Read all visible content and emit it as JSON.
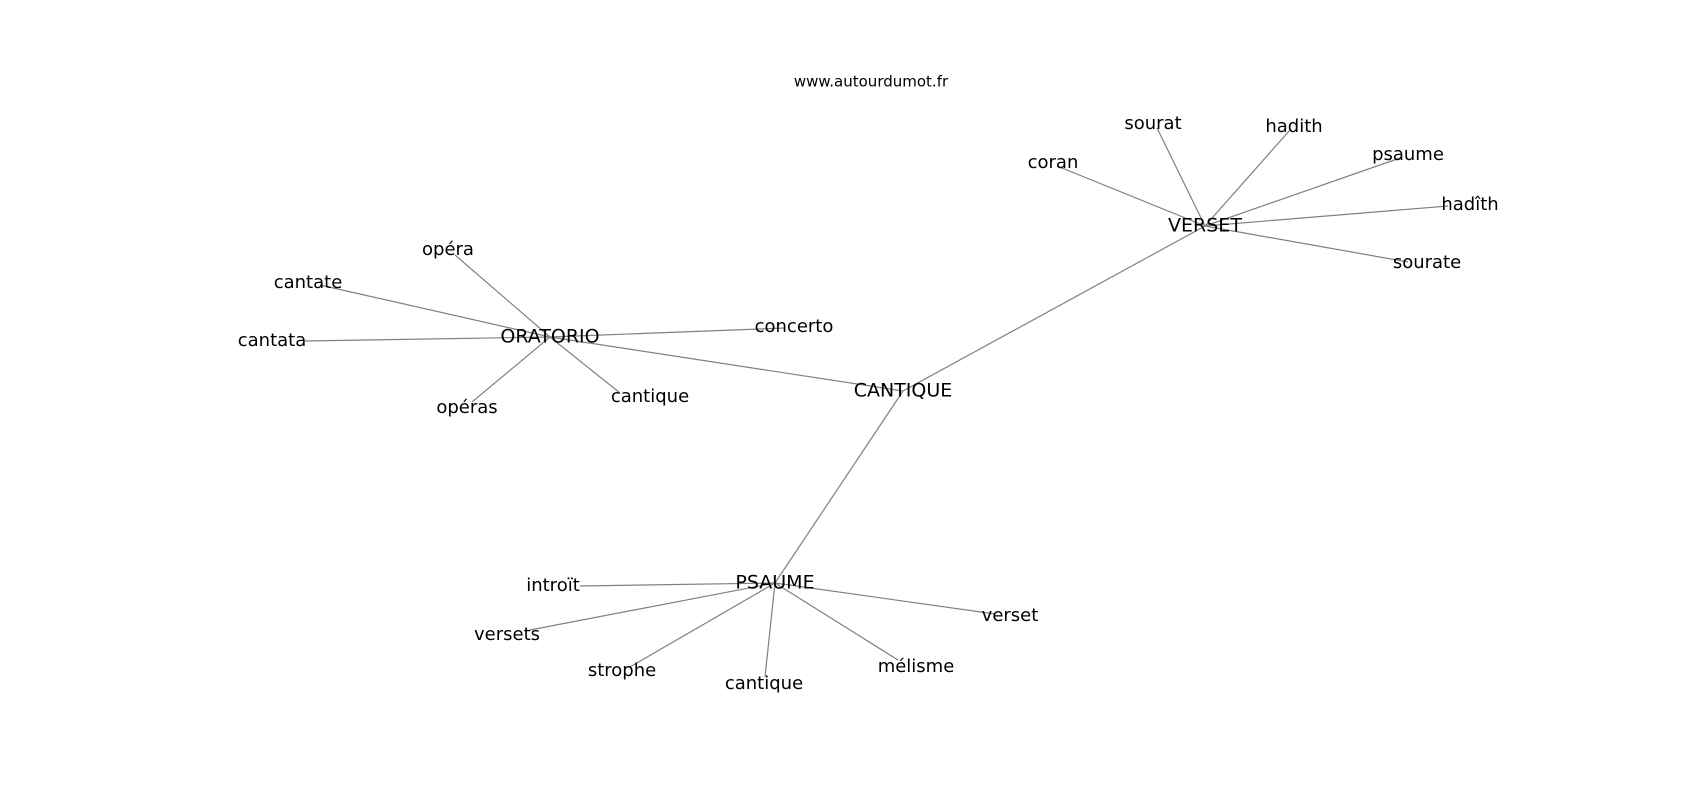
{
  "source": "www.autourdumot.fr",
  "nodes": [
    {
      "id": "cantique_center",
      "label": "CANTIQUE"
    },
    {
      "id": "oratorio",
      "label": "ORATORIO"
    },
    {
      "id": "verset_hub",
      "label": "VERSET"
    },
    {
      "id": "psaume_hub",
      "label": "PSAUME"
    },
    {
      "id": "opera",
      "label": "opéra"
    },
    {
      "id": "cantate",
      "label": "cantate"
    },
    {
      "id": "cantata",
      "label": "cantata"
    },
    {
      "id": "operas",
      "label": "opéras"
    },
    {
      "id": "cantique_o",
      "label": "cantique"
    },
    {
      "id": "concerto",
      "label": "concerto"
    },
    {
      "id": "coran",
      "label": "coran"
    },
    {
      "id": "sourat",
      "label": "sourat"
    },
    {
      "id": "hadith",
      "label": "hadith"
    },
    {
      "id": "psaume_v",
      "label": "psaume"
    },
    {
      "id": "hadith2",
      "label": "hadîth"
    },
    {
      "id": "sourate",
      "label": "sourate"
    },
    {
      "id": "introit",
      "label": "introït"
    },
    {
      "id": "versets",
      "label": "versets"
    },
    {
      "id": "strophe",
      "label": "strophe"
    },
    {
      "id": "cantique_p",
      "label": "cantique"
    },
    {
      "id": "melisme",
      "label": "mélisme"
    },
    {
      "id": "verset_p",
      "label": "verset"
    }
  ],
  "edges": [
    [
      "cantique_center",
      "oratorio"
    ],
    [
      "cantique_center",
      "verset_hub"
    ],
    [
      "cantique_center",
      "psaume_hub"
    ],
    [
      "oratorio",
      "opera"
    ],
    [
      "oratorio",
      "cantate"
    ],
    [
      "oratorio",
      "cantata"
    ],
    [
      "oratorio",
      "operas"
    ],
    [
      "oratorio",
      "cantique_o"
    ],
    [
      "oratorio",
      "concerto"
    ],
    [
      "verset_hub",
      "coran"
    ],
    [
      "verset_hub",
      "sourat"
    ],
    [
      "verset_hub",
      "hadith"
    ],
    [
      "verset_hub",
      "psaume_v"
    ],
    [
      "verset_hub",
      "hadith2"
    ],
    [
      "verset_hub",
      "sourate"
    ],
    [
      "psaume_hub",
      "introit"
    ],
    [
      "psaume_hub",
      "versets"
    ],
    [
      "psaume_hub",
      "strophe"
    ],
    [
      "psaume_hub",
      "cantique_p"
    ],
    [
      "psaume_hub",
      "melisme"
    ],
    [
      "psaume_hub",
      "verset_p"
    ]
  ]
}
